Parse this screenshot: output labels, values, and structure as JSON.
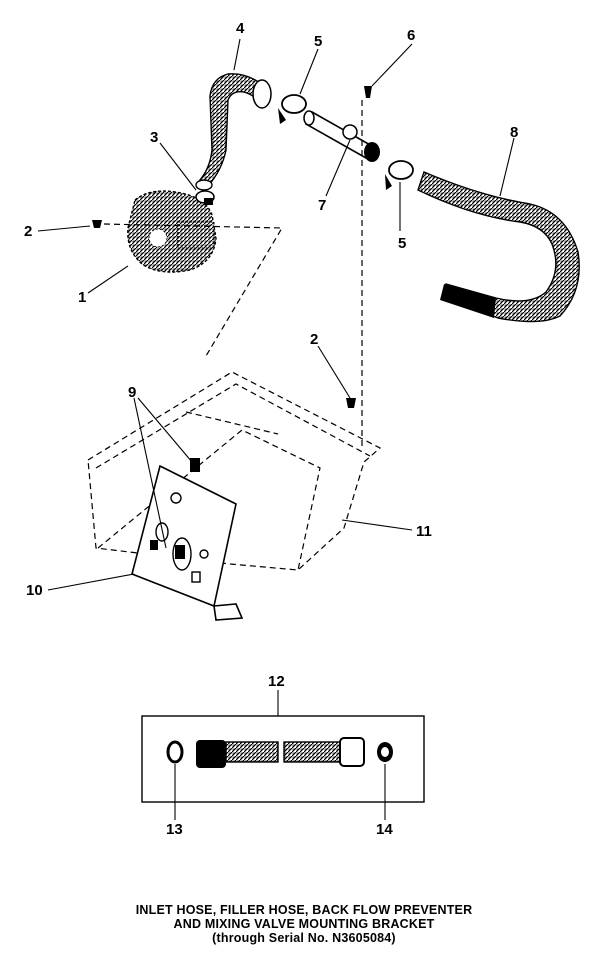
{
  "caption": {
    "line1": "INLET HOSE, FILLER HOSE, BACK FLOW PREVENTER",
    "line2": "AND MIXING VALVE MOUNTING BRACKET",
    "line3": "(through Serial No. N3605084)"
  },
  "callouts": {
    "c1": "1",
    "c2a": "2",
    "c2b": "2",
    "c3": "3",
    "c4": "4",
    "c5a": "5",
    "c5b": "5",
    "c6": "6",
    "c7": "7",
    "c8": "8",
    "c9": "9",
    "c10": "10",
    "c11": "11",
    "c12": "12",
    "c13": "13",
    "c14": "14"
  }
}
